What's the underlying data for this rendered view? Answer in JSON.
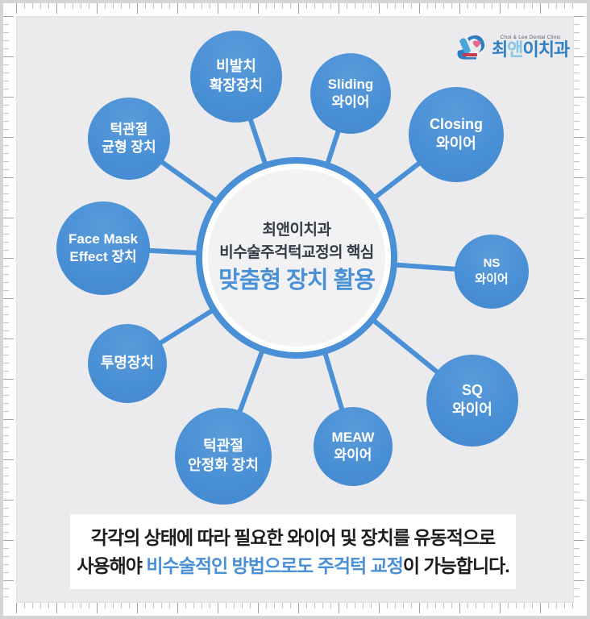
{
  "logo": {
    "clinic_en": "Choi & Lee Dental Clinic",
    "kr_part1": "최",
    "kr_part2": "앤",
    "kr_part3": "이치과"
  },
  "hub": {
    "line1": "최앤이치과",
    "line2": "비수술주걱턱교정의 핵심",
    "line3": "맞춤형 장치 활용"
  },
  "nodes": [
    {
      "id": "non-extraction-expander",
      "lines": [
        "비발치",
        "확장장치"
      ]
    },
    {
      "id": "sliding-wire",
      "lines": [
        "Sliding",
        "와이어"
      ]
    },
    {
      "id": "closing-wire",
      "lines": [
        "Closing",
        "와이어"
      ]
    },
    {
      "id": "tmj-balance-device",
      "lines": [
        "턱관절",
        "균형 장치"
      ]
    },
    {
      "id": "face-mask-effect-device",
      "lines": [
        "Face Mask",
        "Effect 장치"
      ]
    },
    {
      "id": "ns-wire",
      "lines": [
        "NS",
        "와이어"
      ]
    },
    {
      "id": "clear-device",
      "lines": [
        "투명장치"
      ]
    },
    {
      "id": "sq-wire",
      "lines": [
        "SQ",
        "와이어"
      ]
    },
    {
      "id": "tmj-stabilizing-device",
      "lines": [
        "턱관절",
        "안정화 장치"
      ]
    },
    {
      "id": "meaw-wire",
      "lines": [
        "MEAW",
        "와이어"
      ]
    }
  ],
  "footer": {
    "line1": "각각의 상태에 따라 필요한 와이어 및 장치를 유동적으로",
    "line2_pre": "사용해야 ",
    "line2_highlight": "비수술적인 방법으로도 주걱턱 교정",
    "line2_post": "이 가능합니다."
  },
  "colors": {
    "accent_blue": "#4a90d6",
    "navy_text": "#333b46",
    "card_bg": "#ebebed",
    "footer_bg": "#ffffff",
    "logo_blue": "#2d7ec2",
    "logo_light_blue": "#85c6e8"
  }
}
